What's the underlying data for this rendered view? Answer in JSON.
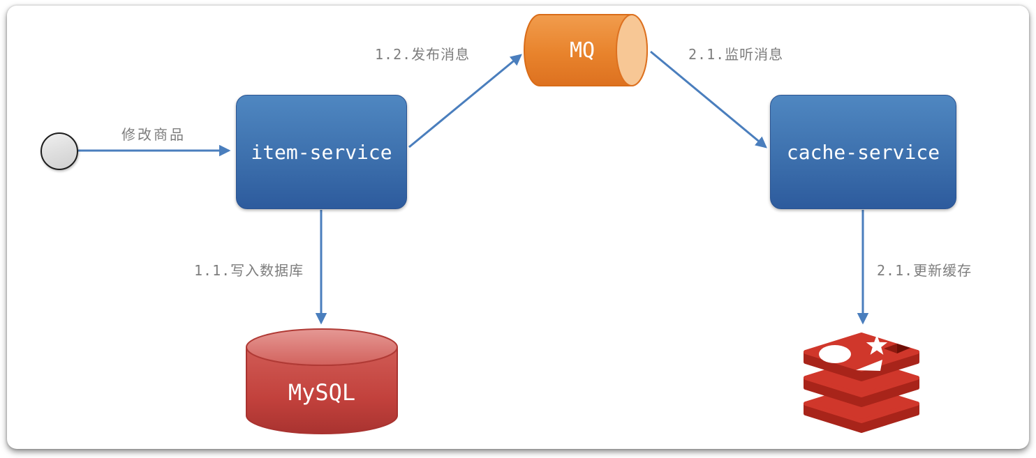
{
  "diagram": {
    "description": "Cache synchronization flow between item-service and cache-service via MQ",
    "nodes": {
      "start": {
        "shape": "circle",
        "label": ""
      },
      "item_service": {
        "shape": "rounded-rect",
        "label": "item-service"
      },
      "mq": {
        "shape": "horizontal-cylinder",
        "label": "MQ"
      },
      "cache_service": {
        "shape": "rounded-rect",
        "label": "cache-service"
      },
      "mysql": {
        "shape": "database-cylinder",
        "label": "MySQL"
      },
      "redis": {
        "shape": "logo",
        "icon": "redis-logo"
      }
    },
    "edges": [
      {
        "from": "start",
        "to": "item_service",
        "label": "修改商品"
      },
      {
        "from": "item_service",
        "to": "mysql",
        "label": "1.1.写入数据库"
      },
      {
        "from": "item_service",
        "to": "mq",
        "label": "1.2.发布消息"
      },
      {
        "from": "mq",
        "to": "cache_service",
        "label": "2.1.监听消息"
      },
      {
        "from": "cache_service",
        "to": "redis",
        "label": "2.1.更新缓存"
      }
    ],
    "colors": {
      "arrow_blue": "#4a7ebd",
      "service_box_blue_top": "#4f87c1",
      "service_box_blue_bottom": "#2d5b9d",
      "mq_orange": "#e8832c",
      "mq_cap_light": "#f7c795",
      "mysql_red": "#c2413c",
      "mysql_top_light": "#e09490",
      "redis_red": "#d0372b",
      "redis_dark_red": "#a8241a",
      "label_gray": "#7d7d7d",
      "start_circle_gray": "#dcdcdc"
    }
  }
}
